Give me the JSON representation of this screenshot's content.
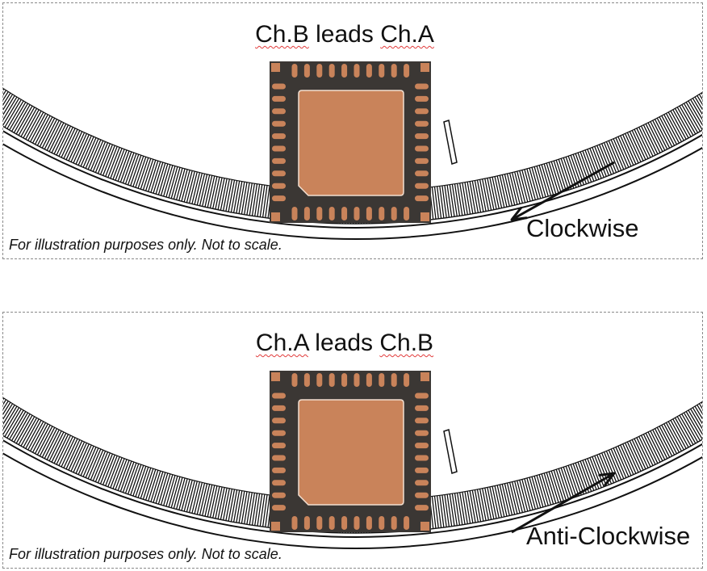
{
  "colors": {
    "chip_body": "#3b3734",
    "chip_pad": "#c9835a",
    "pad_outline": "#f3dfd0",
    "stroke": "#111111"
  },
  "panels": [
    {
      "id": "clockwise",
      "title_parts": [
        "Ch.B",
        " leads ",
        "Ch.A"
      ],
      "direction_label": "Clockwise",
      "arrow_points": "toward-lower-left",
      "note": "For illustration purposes only. Not to scale."
    },
    {
      "id": "anticlockwise",
      "title_parts": [
        "Ch.A",
        " leads ",
        "Ch.B"
      ],
      "direction_label": "Anti-Clockwise",
      "arrow_points": "toward-upper-right",
      "note": "For illustration purposes only. Not to scale."
    }
  ]
}
